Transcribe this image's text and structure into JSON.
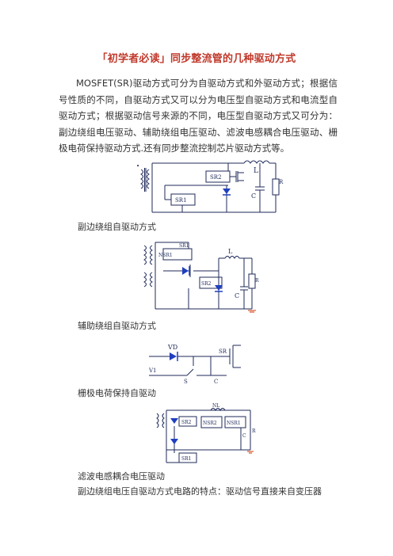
{
  "article": {
    "title": "「初学者必读」同步整流管的几种驱动方式",
    "intro": "MOSFET(SR)驱动方式可分为自驱动方式和外驱动方式；根据信号性质的不同，自驱动方式又可以分为电压型自驱动方式和电流型自驱动方式；根据驱动信号来源的不同，电压型自驱动方式又可分为：副边绕组电压驱动、辅助绕组电压驱动、滤波电感耦合电压驱动、栅极电荷保持驱动方式.还有同步整流控制芯片驱动方式等。"
  },
  "figures": [
    {
      "caption": "副边绕组自驱动方式",
      "labels": {
        "sr2": "SR2",
        "sr1": "SR1",
        "l": "L",
        "c": "C",
        "r": "R"
      }
    },
    {
      "caption": "辅助绕组自驱动方式",
      "labels": {
        "nsr1": "NSR1",
        "sr1": "SR1",
        "sr2": "SR2",
        "l": "L",
        "c": "C",
        "r": "R"
      }
    },
    {
      "caption": "栅极电荷保持自驱动",
      "labels": {
        "vd": "VD",
        "sr": "SR",
        "v1": "V1",
        "s": "S",
        "c": "C"
      }
    },
    {
      "caption": "滤波电感耦合电压驱动",
      "labels": {
        "nl": "NL",
        "sr2": "SR2",
        "nsr2": "NSR2",
        "nsr1": "NSR1",
        "sr1": "SR1",
        "c": "C",
        "r": "R"
      }
    }
  ],
  "footer_text": "副边绕组电压自驱动方式电路的特点：驱动信号直接来自变压器",
  "colors": {
    "title": "#c0392b",
    "wire": "#1f2a5a",
    "diode": "#1f3fbf",
    "ground": "#cc3300"
  }
}
